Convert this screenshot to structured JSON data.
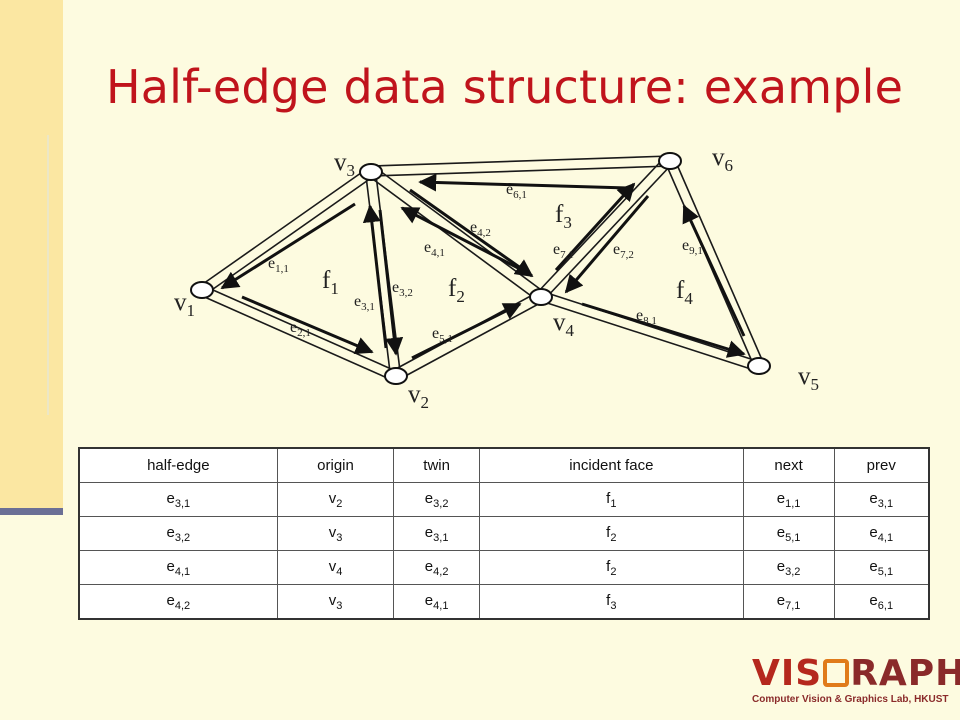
{
  "slide": {
    "title": "Half-edge data structure: example"
  },
  "diagram": {
    "vertices": [
      {
        "id": "v1",
        "label": "v",
        "sub": "1"
      },
      {
        "id": "v2",
        "label": "v",
        "sub": "2"
      },
      {
        "id": "v3",
        "label": "v",
        "sub": "3"
      },
      {
        "id": "v4",
        "label": "v",
        "sub": "4"
      },
      {
        "id": "v5",
        "label": "v",
        "sub": "5"
      },
      {
        "id": "v6",
        "label": "v",
        "sub": "6"
      }
    ],
    "faces": [
      {
        "id": "f1",
        "label": "f",
        "sub": "1"
      },
      {
        "id": "f2",
        "label": "f",
        "sub": "2"
      },
      {
        "id": "f3",
        "label": "f",
        "sub": "3"
      },
      {
        "id": "f4",
        "label": "f",
        "sub": "4"
      }
    ],
    "half_edges": [
      {
        "id": "e11",
        "label": "e",
        "sub": "1,1"
      },
      {
        "id": "e21",
        "label": "e",
        "sub": "2,1"
      },
      {
        "id": "e31",
        "label": "e",
        "sub": "3,1"
      },
      {
        "id": "e32",
        "label": "e",
        "sub": "3,2"
      },
      {
        "id": "e41",
        "label": "e",
        "sub": "4,1"
      },
      {
        "id": "e42",
        "label": "e",
        "sub": "4,2"
      },
      {
        "id": "e51",
        "label": "e",
        "sub": "5,1"
      },
      {
        "id": "e61",
        "label": "e",
        "sub": "6,1"
      },
      {
        "id": "e71",
        "label": "e",
        "sub": "7,1"
      },
      {
        "id": "e72",
        "label": "e",
        "sub": "7,2"
      },
      {
        "id": "e81",
        "label": "e",
        "sub": "8,1"
      },
      {
        "id": "e91",
        "label": "e",
        "sub": "9,1"
      }
    ]
  },
  "table": {
    "headers": [
      "half-edge",
      "origin",
      "twin",
      "incident face",
      "next",
      "prev"
    ],
    "rows": [
      [
        {
          "b": "e",
          "s": "3,1"
        },
        {
          "b": "v",
          "s": "2"
        },
        {
          "b": "e",
          "s": "3,2"
        },
        {
          "b": "f",
          "s": "1"
        },
        {
          "b": "e",
          "s": "1,1"
        },
        {
          "b": "e",
          "s": "3,1"
        }
      ],
      [
        {
          "b": "e",
          "s": "3,2"
        },
        {
          "b": "v",
          "s": "3"
        },
        {
          "b": "e",
          "s": "3,1"
        },
        {
          "b": "f",
          "s": "2"
        },
        {
          "b": "e",
          "s": "5,1"
        },
        {
          "b": "e",
          "s": "4,1"
        }
      ],
      [
        {
          "b": "e",
          "s": "4,1"
        },
        {
          "b": "v",
          "s": "4"
        },
        {
          "b": "e",
          "s": "4,2"
        },
        {
          "b": "f",
          "s": "2"
        },
        {
          "b": "e",
          "s": "3,2"
        },
        {
          "b": "e",
          "s": "5,1"
        }
      ],
      [
        {
          "b": "e",
          "s": "4,2"
        },
        {
          "b": "v",
          "s": "3"
        },
        {
          "b": "e",
          "s": "4,1"
        },
        {
          "b": "f",
          "s": "3"
        },
        {
          "b": "e",
          "s": "7,1"
        },
        {
          "b": "e",
          "s": "6,1"
        }
      ]
    ]
  },
  "logo": {
    "part1": "VIS",
    "part2": "RAPH",
    "tagline": "Computer Vision & Graphics Lab, HKUST"
  },
  "colors": {
    "title": "#c0141c",
    "background": "#fdfbe0",
    "left_band": "#fbe7a2",
    "logo_red": "#b5281d",
    "logo_orange": "#e07b1a"
  }
}
